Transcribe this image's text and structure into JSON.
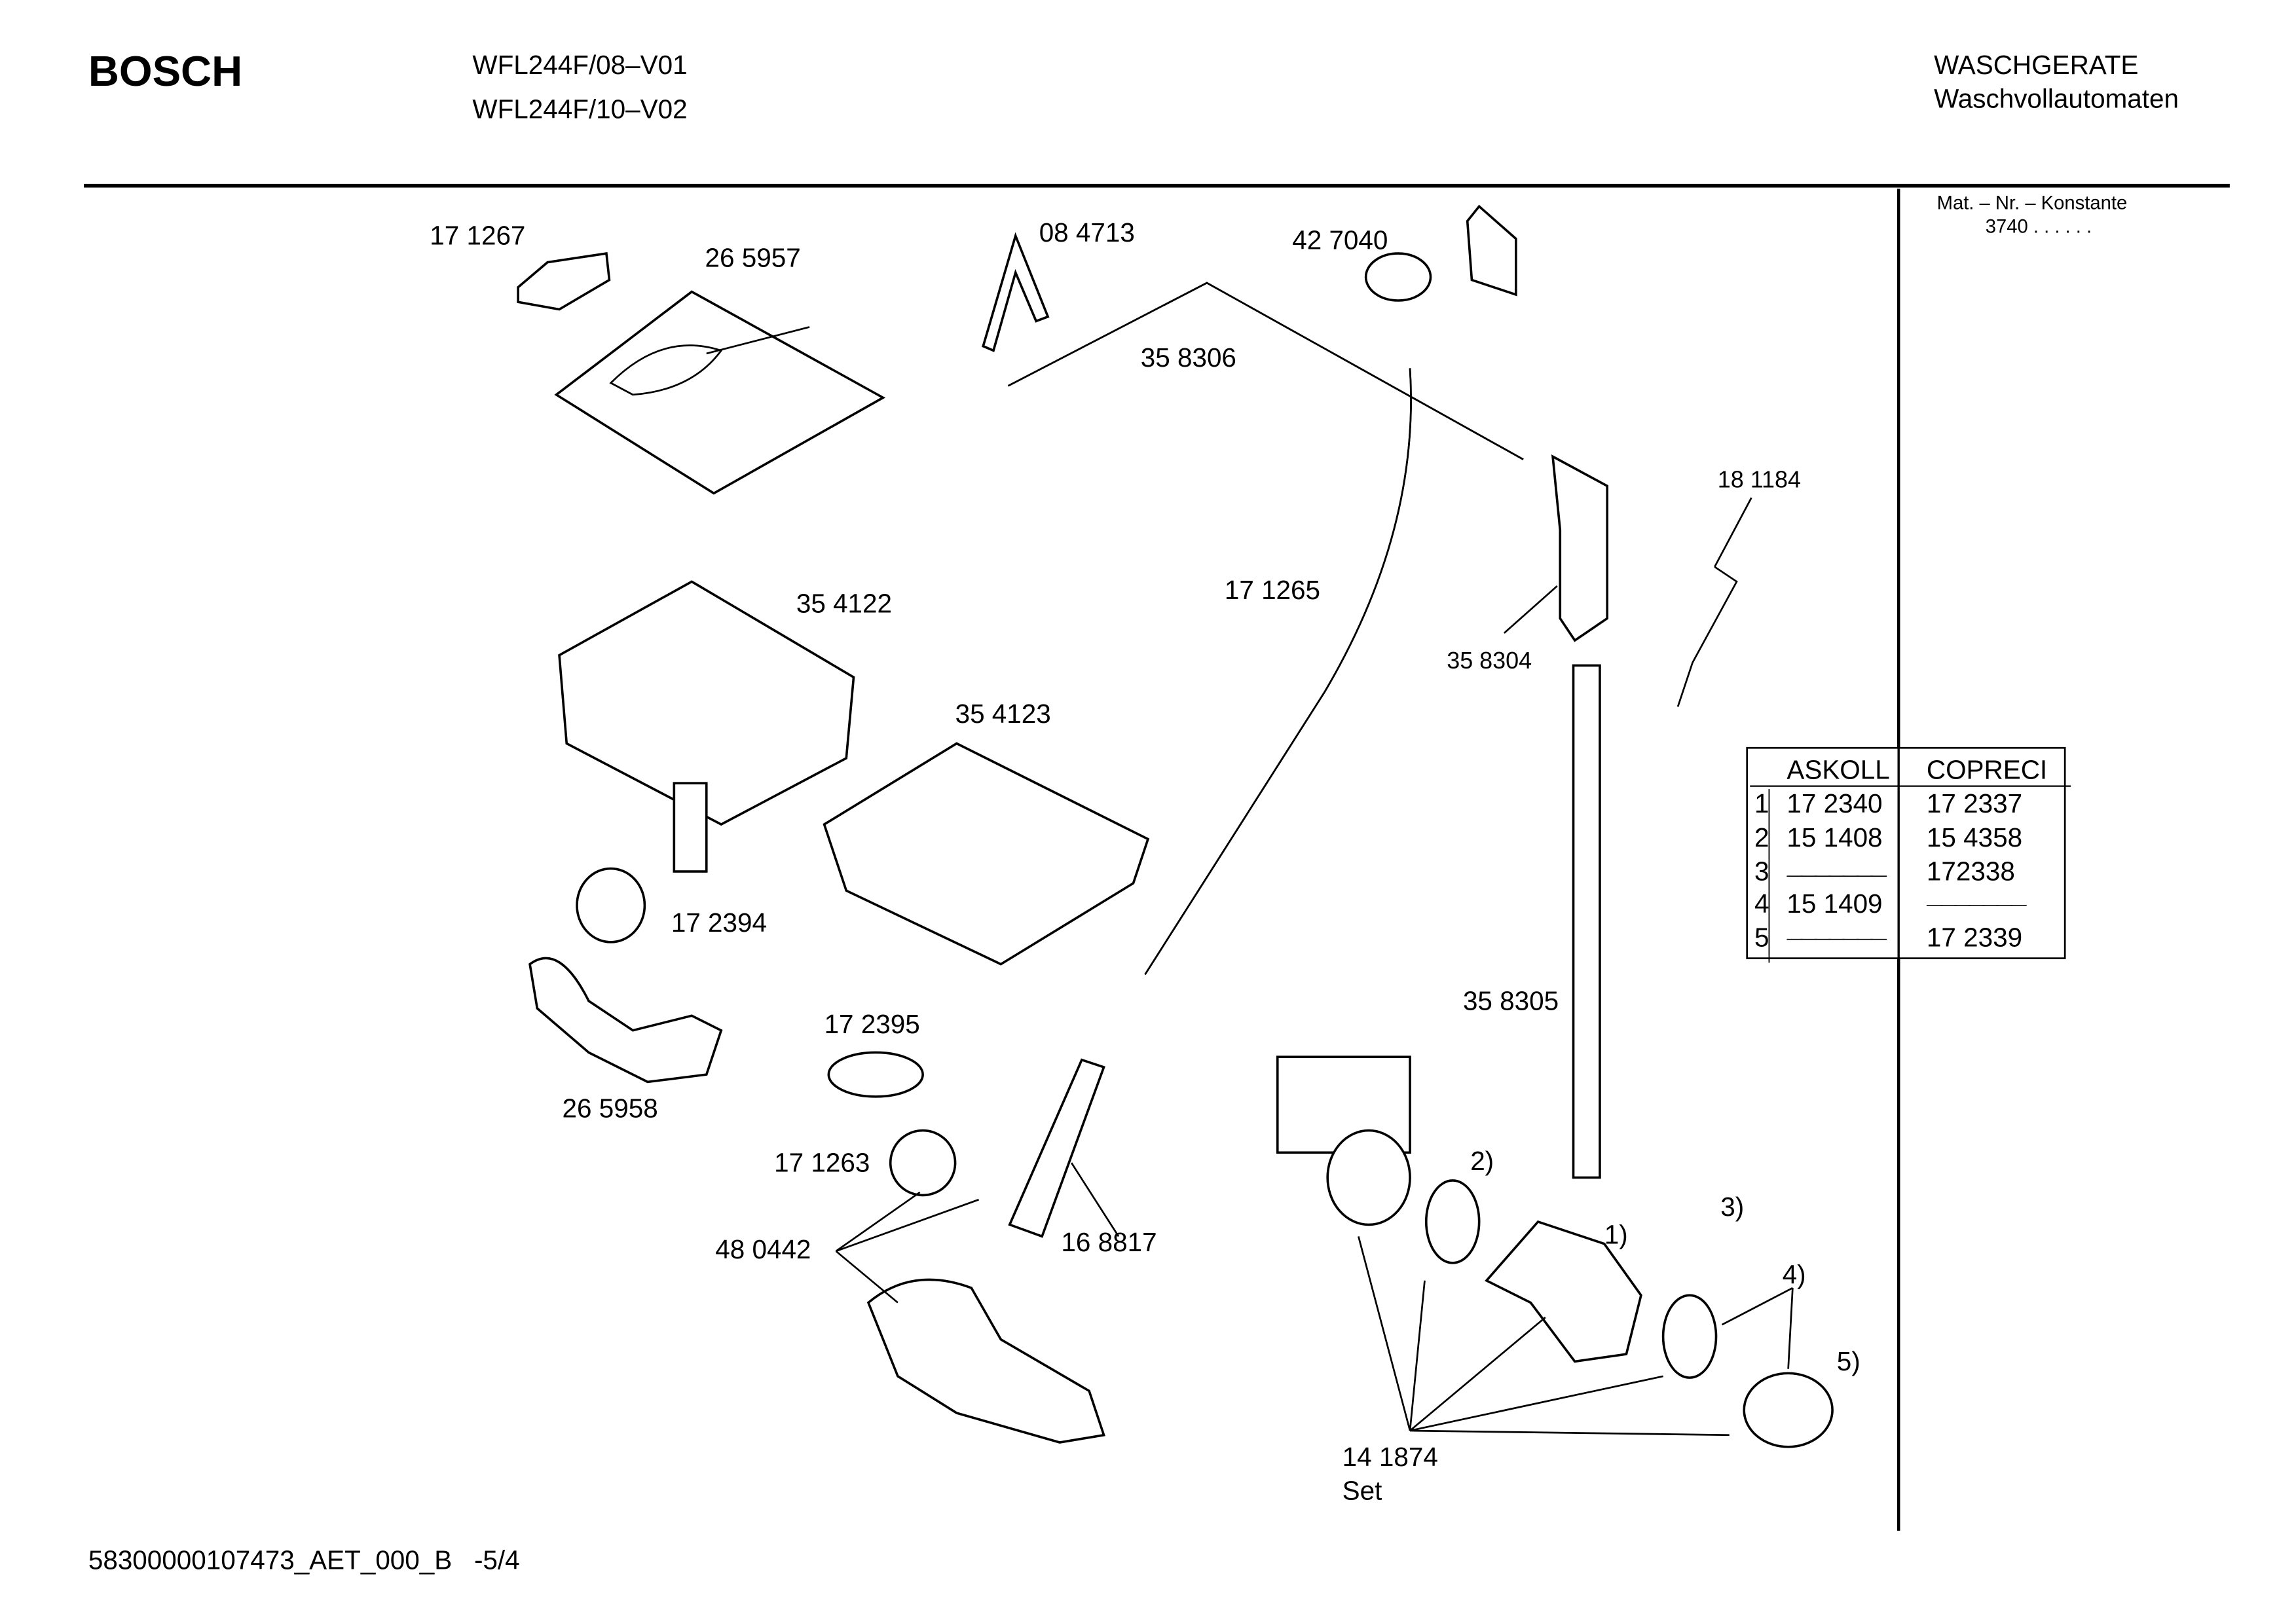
{
  "header": {
    "brand": "BOSCH",
    "models": [
      "WFL244F/08–V01",
      "WFL244F/10–V02"
    ],
    "category": "WASCHGERATE",
    "subcategory": "Waschvollautomaten"
  },
  "side": {
    "konstante_label": "Mat. – Nr. – Konstante",
    "konstante_value": "3740 . .  . . . ."
  },
  "parts": [
    "17 1267",
    "26 5957",
    "08 4713",
    "42 7040",
    "35 8306",
    "18 1184",
    "17 1265",
    "35 4122",
    "35 8304",
    "35 4123",
    "17 2394",
    "35 8305",
    "17 2395",
    "26 5958",
    "2)",
    "17 1263",
    "3)",
    "1)",
    "16 8817",
    "48 0442",
    "4)",
    "5)",
    "14 1874",
    "Set"
  ],
  "table": {
    "headers": [
      "ASKOLL",
      "COPRECI"
    ],
    "rows": [
      {
        "n": "1",
        "askoll": "17 2340",
        "copreci": "17 2337"
      },
      {
        "n": "2",
        "askoll": "15 1408",
        "copreci": "15 4358"
      },
      {
        "n": "3",
        "askoll": "———————",
        "copreci": "172338"
      },
      {
        "n": "4",
        "askoll": "15 1409",
        "copreci": "———————"
      },
      {
        "n": "5",
        "askoll": "———————",
        "copreci": "17 2339"
      }
    ]
  },
  "footer": {
    "doc_id": "58300000107473_AET_000_B   -5/4"
  }
}
